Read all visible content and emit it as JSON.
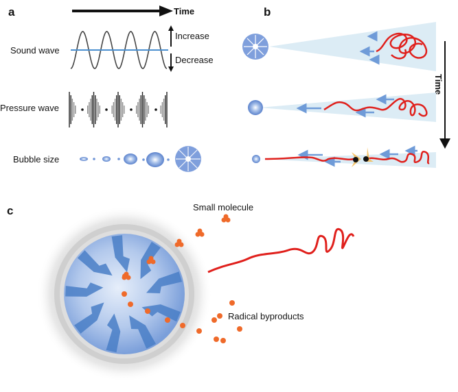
{
  "panels": {
    "a": {
      "letter": "a",
      "time_label": "Time",
      "rows": [
        "Sound wave",
        "Pressure wave",
        "Bubble size"
      ],
      "increase_label": "Increase",
      "decrease_label": "Decrease"
    },
    "b": {
      "letter": "b",
      "time_label": "Time"
    },
    "c": {
      "letter": "c",
      "small_molecule_label": "Small molecule",
      "radical_label": "Radical byproducts"
    }
  },
  "colors": {
    "polymer": "#e0201c",
    "bubble": "#6f95d6",
    "cone": "#dcecf5",
    "arrow_blue": "#6f9bd8",
    "radical": "#ef6a2a",
    "wave_line": "#4a8fcf"
  }
}
